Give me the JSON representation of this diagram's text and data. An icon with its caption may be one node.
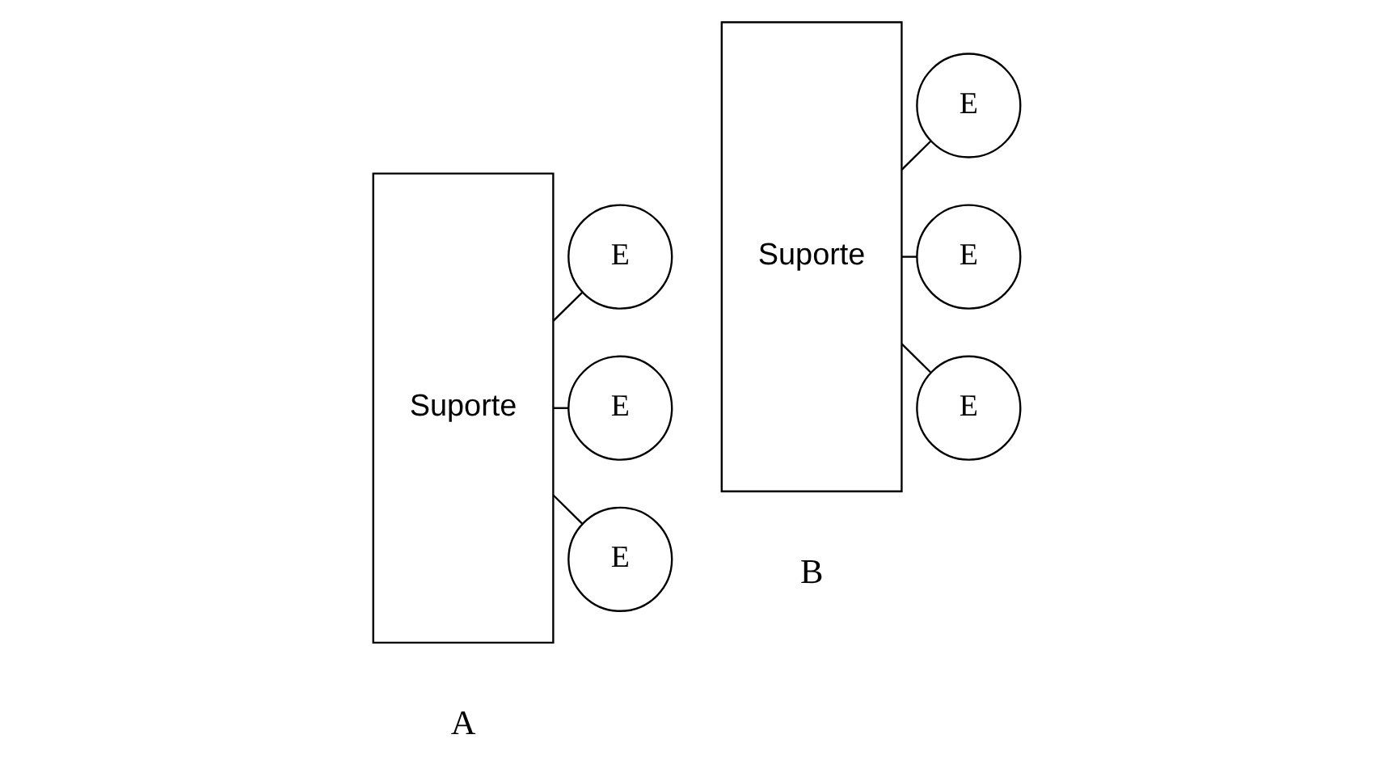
{
  "diagram": {
    "nodes": [
      {
        "text": [
          "Suporte"
        ]
      },
      {
        "text": [
          "E"
        ]
      },
      {
        "text": [
          "E"
        ]
      },
      {
        "text": [
          "E"
        ]
      },
      {
        "text": [
          "Suporte"
        ]
      },
      {
        "text": [
          "E"
        ]
      },
      {
        "text": [
          "E"
        ]
      },
      {
        "text": [
          "E"
        ]
      }
    ],
    "edges": [
      {
        "from": 0,
        "to": 1,
        "arrow": "none"
      },
      {
        "from": 0,
        "to": 2,
        "arrow": "none"
      },
      {
        "from": 0,
        "to": 3,
        "arrow": "none"
      },
      {
        "from": 4,
        "to": 5,
        "arrow": "none"
      },
      {
        "from": 4,
        "to": 6,
        "arrow": "none"
      },
      {
        "from": 4,
        "to": 7,
        "arrow": "none"
      }
    ],
    "labels": [
      "A",
      "B"
    ]
  }
}
